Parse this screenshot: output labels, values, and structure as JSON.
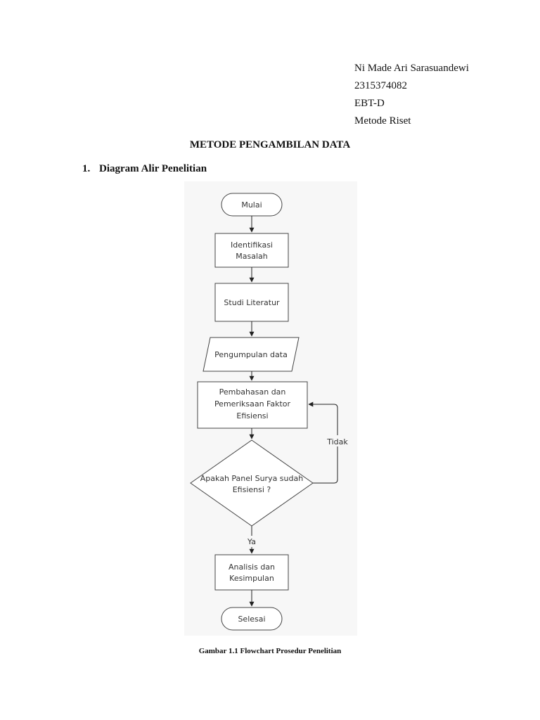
{
  "header": {
    "name": "Ni Made Ari Sarasuandewi",
    "student_id": "2315374082",
    "class": "EBT-D",
    "course": "Metode Riset"
  },
  "title": "METODE PENGAMBILAN DATA",
  "section": {
    "number": "1.",
    "title": "Diagram Alir Penelitian"
  },
  "flowchart": {
    "start": "Mulai",
    "step1_line1": "Identifikasi",
    "step1_line2": "Masalah",
    "step2": "Studi Literatur",
    "input": "Pengumpulan data",
    "step3_line1": "Pembahasan dan",
    "step3_line2": "Pemeriksaan Faktor",
    "step3_line3": "Efisiensi",
    "decision_line1": "Apakah Panel Surya sudah",
    "decision_line2": "Efisiensi ?",
    "label_no": "Tidak",
    "label_yes": "Ya",
    "step4_line1": "Analisis dan",
    "step4_line2": "Kesimpulan",
    "end": "Selesai"
  },
  "caption": "Gambar 1.1 Flowchart Prosedur Penelitian"
}
